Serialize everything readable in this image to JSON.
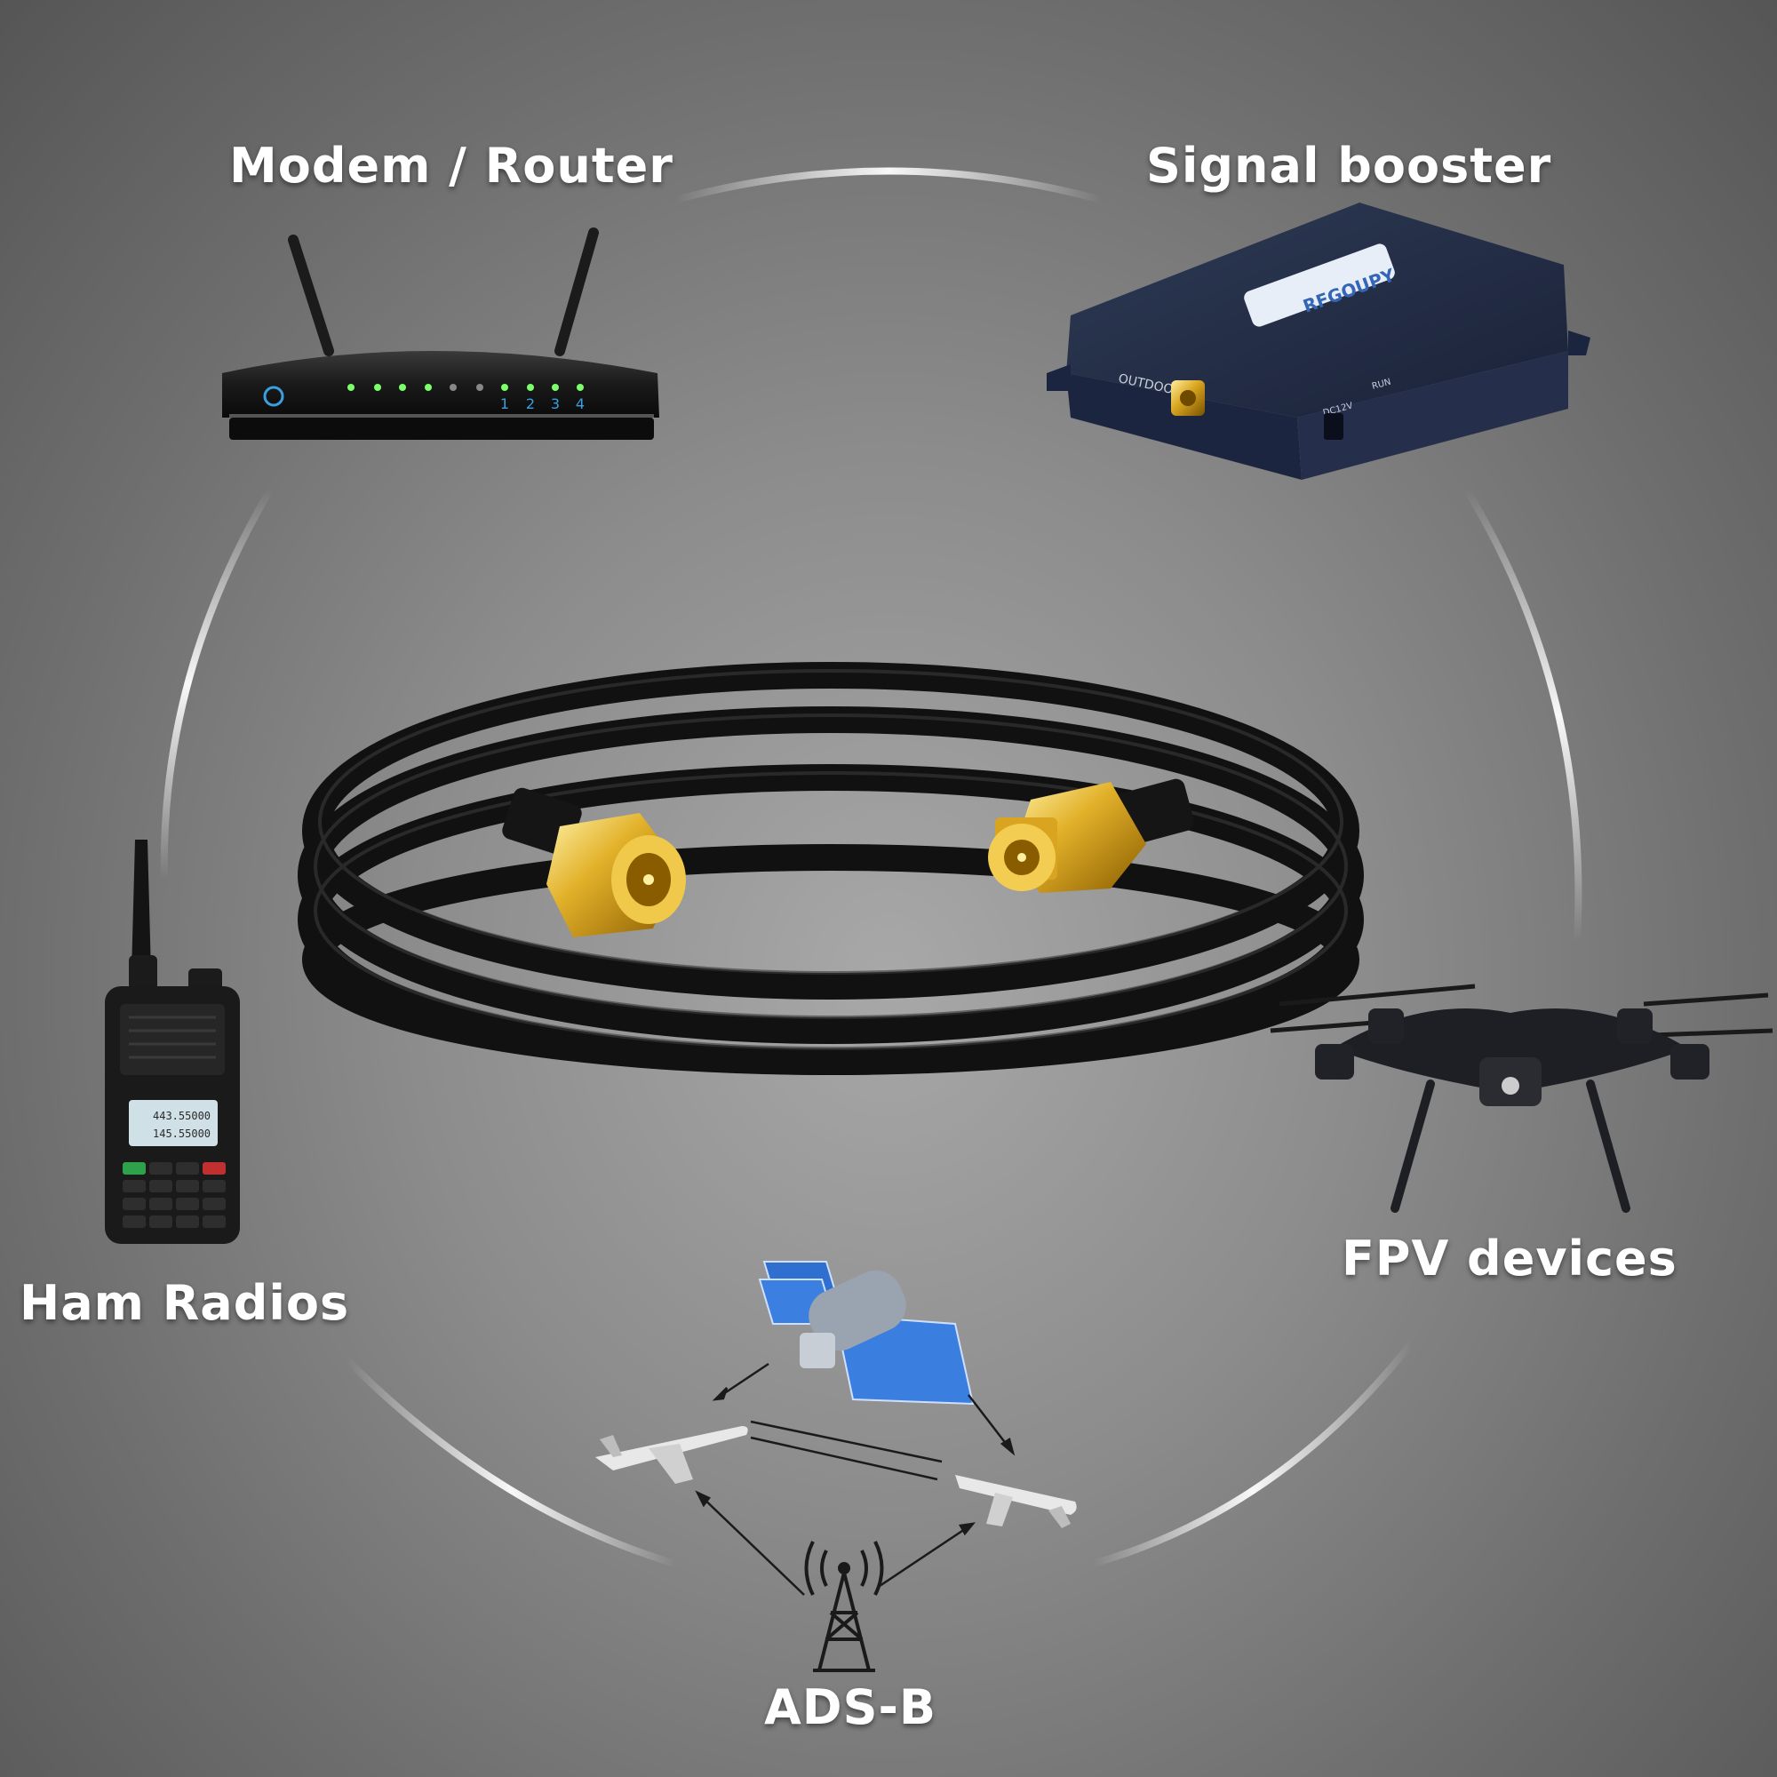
{
  "labels": {
    "modem_router": "Modem / Router",
    "signal_booster": "Signal booster",
    "ham_radios": "Ham Radios",
    "fpv_devices": "FPV devices",
    "ads_b": "ADS-B"
  },
  "router": {
    "port_numbers": [
      "1",
      "2",
      "3",
      "4"
    ]
  },
  "booster": {
    "brand": "RFGOUPY",
    "port_label": "OUTDOOR",
    "power_label": "DC12V",
    "run_label": "RUN"
  },
  "radio": {
    "display_line_1": "443.55000",
    "display_line_2": "145.55000"
  },
  "colors": {
    "label_text": "#ffffff",
    "gold_connector": "#d9a520",
    "cable": "#111111"
  }
}
